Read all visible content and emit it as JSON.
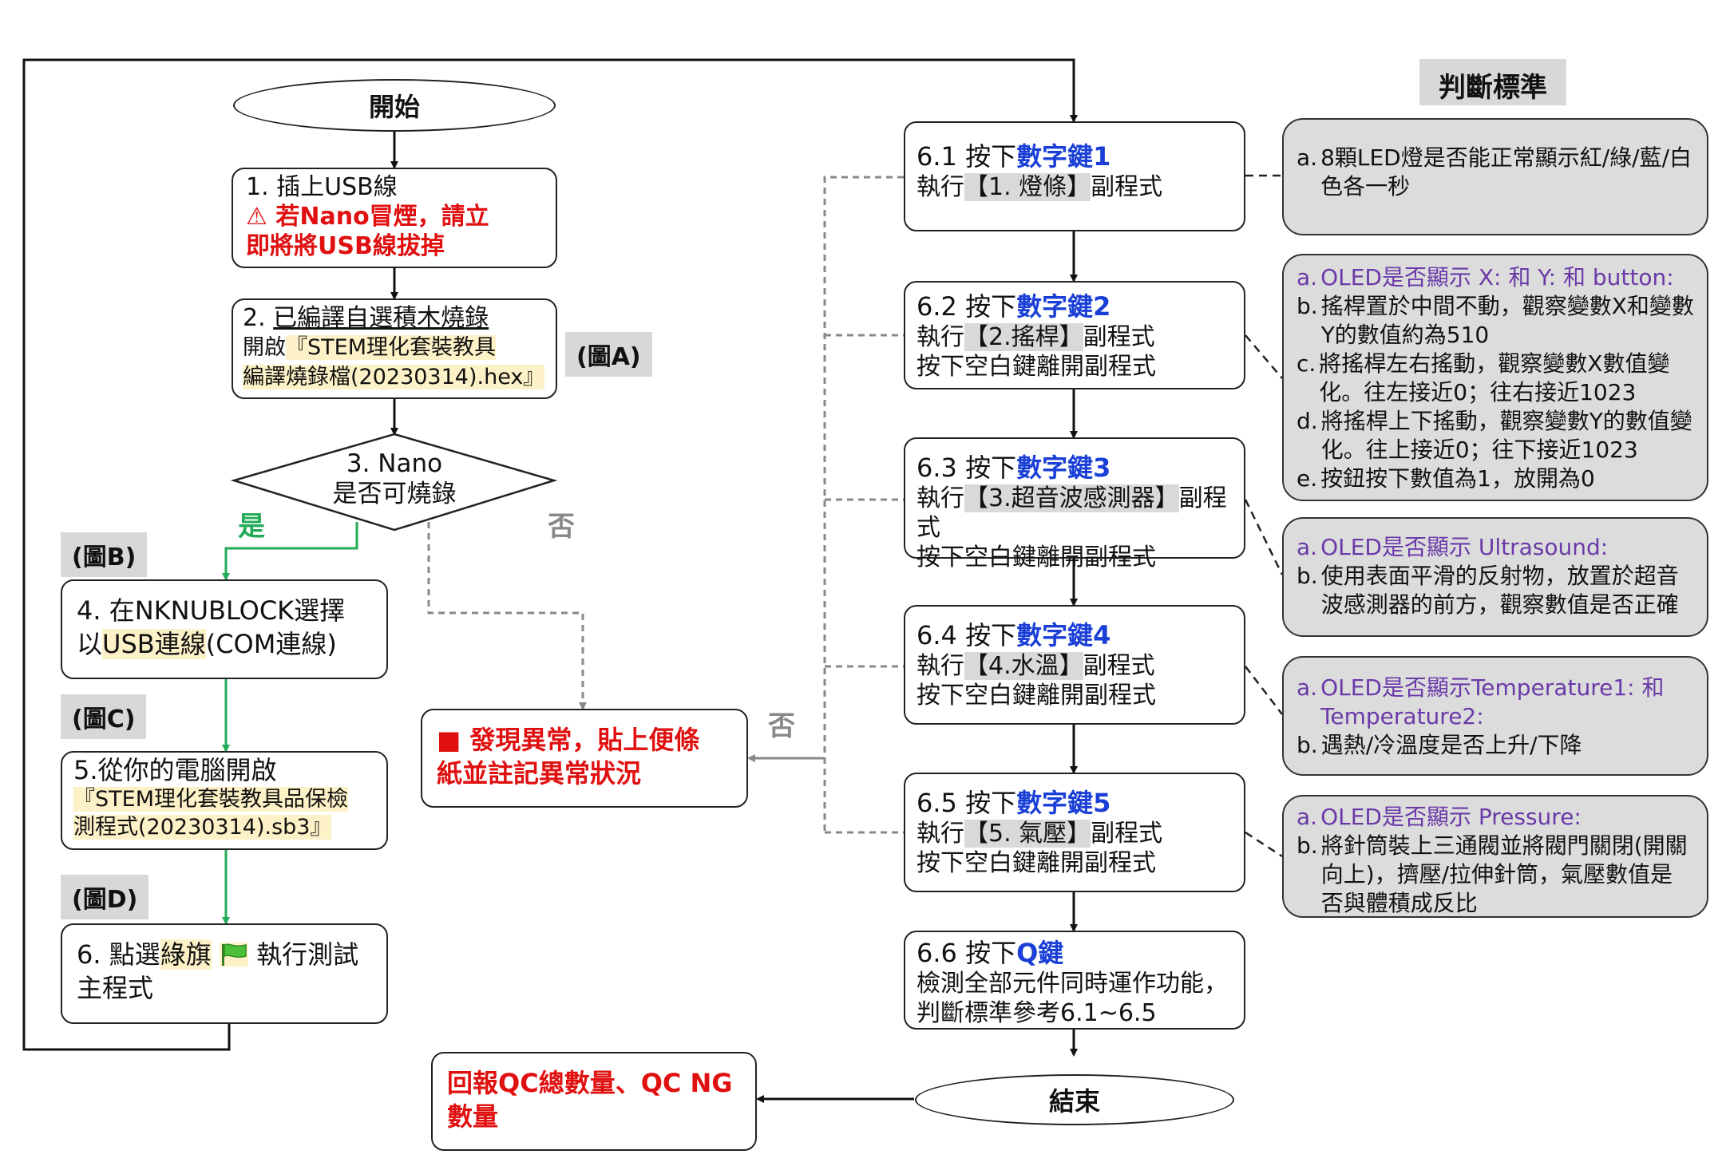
{
  "title": "判斷標準",
  "start": "開始",
  "end": "結束",
  "step1": {
    "line1": "1. 插上USB線",
    "warn_symbol": "⚠",
    "warn1": "若Nano冒煙，請立",
    "warn2": "即將將USB線拔掉"
  },
  "step2": {
    "line1_prefix": "2. ",
    "line1": "已編譯自選積木燒錄",
    "line2_prefix": "開啟",
    "line2": "『STEM理化套裝教具",
    "line3": "編譯燒錄檔(20230314).hex』"
  },
  "step3": {
    "line1": "3. Nano",
    "line2": "是否可燒錄"
  },
  "yes_label": "是",
  "no_label": "否",
  "no_label2": "否",
  "step4": {
    "line1": "4. 在NKNUBLOCK選擇",
    "line2_prefix": "以",
    "line2_hl": "USB連線",
    "line2_suffix": "(COM連線)"
  },
  "step5": {
    "line1": "5.從你的電腦開啟",
    "line2": "『STEM理化套裝教具品保檢",
    "line3": "測程式(20230314).sb3』"
  },
  "step6": {
    "line1_prefix": "6. 點選",
    "line1_hl": "綠旗",
    "line1_suffix": "執行測試",
    "line2": "主程式",
    "flag_icon": "green-flag"
  },
  "fig_tags": {
    "a": "(圖A)",
    "b": "(圖B)",
    "c": "(圖C)",
    "d": "(圖D)"
  },
  "abnormal": {
    "marker": "■",
    "line1": "發現異常，貼上便條",
    "line2": "紙並註記異常狀況"
  },
  "report": {
    "line1": "回報QC總數量、QC NG",
    "line2": "數量"
  },
  "sub": [
    {
      "head": "6.1 按下",
      "key": "數字鍵1",
      "l2a": "執行",
      "l2b": "【1. 燈條】",
      "l2c": "副程式",
      "l3": ""
    },
    {
      "head": "6.2 按下",
      "key": "數字鍵2",
      "l2a": "執行",
      "l2b": "【2.搖桿】",
      "l2c": "副程式",
      "l3": "按下空白鍵離開副程式"
    },
    {
      "head": "6.3 按下",
      "key": "數字鍵3",
      "l2a": "執行",
      "l2b": "【3.超音波感測器】",
      "l2c": "副程式",
      "l3": "按下空白鍵離開副程式"
    },
    {
      "head": "6.4 按下",
      "key": "數字鍵4",
      "l2a": "執行",
      "l2b": "【4.水溫】",
      "l2c": "副程式",
      "l3": "按下空白鍵離開副程式"
    },
    {
      "head": "6.5 按下",
      "key": "數字鍵5",
      "l2a": "執行",
      "l2b": "【5. 氣壓】",
      "l2c": "副程式",
      "l3": "按下空白鍵離開副程式"
    }
  ],
  "sub66": {
    "head": "6.6 按下",
    "key": "Q鍵",
    "l2": "檢測全部元件同時運作功能，",
    "l3": "判斷標準參考6.1~6.5"
  },
  "criteria1": [
    {
      "label": "a.",
      "text": "8顆LED燈是否能正常顯示紅/綠/藍/白色各一秒"
    }
  ],
  "criteria2": [
    {
      "label": "a.",
      "text": "OLED是否顯示 X: 和 Y: 和 button:"
    },
    {
      "label": "b.",
      "text": "搖桿置於中間不動，觀察變數X和變數Y的數值約為510"
    },
    {
      "label": "c.",
      "text": "將搖桿左右搖動，觀察變數X數值變化。往左接近0；往右接近1023"
    },
    {
      "label": "d.",
      "text": "將搖桿上下搖動，觀察變數Y的數值變化。往上接近0；往下接近1023"
    },
    {
      "label": "e.",
      "text": "按鈕按下數值為1，放開為0"
    }
  ],
  "criteria3": [
    {
      "label": "a.",
      "text": "OLED是否顯示 Ultrasound:"
    },
    {
      "label": "b.",
      "text": "使用表面平滑的反射物，放置於超音波感測器的前方，觀察數值是否正確"
    }
  ],
  "criteria4": [
    {
      "label": "a.",
      "text": "OLED是否顯示Temperature1:  和 Temperature2:"
    },
    {
      "label": "b.",
      "text": "遇熱/冷溫度是否上升/下降"
    }
  ],
  "criteria5": [
    {
      "label": "a.",
      "text": "OLED是否顯示 Pressure:"
    },
    {
      "label": "b.",
      "text": "將針筒裝上三通閥並將閥門關閉(開關向上)，擠壓/拉伸針筒，氣壓數值是否與體積成反比"
    }
  ],
  "colors": {
    "red": "#e01010",
    "blue": "#1a3fd6",
    "purple": "#6a3aa8",
    "green": "#22aa55",
    "dashed": "#888888",
    "highlight": "#fdf1c7",
    "criteria_bg": "#dcdcdc"
  }
}
